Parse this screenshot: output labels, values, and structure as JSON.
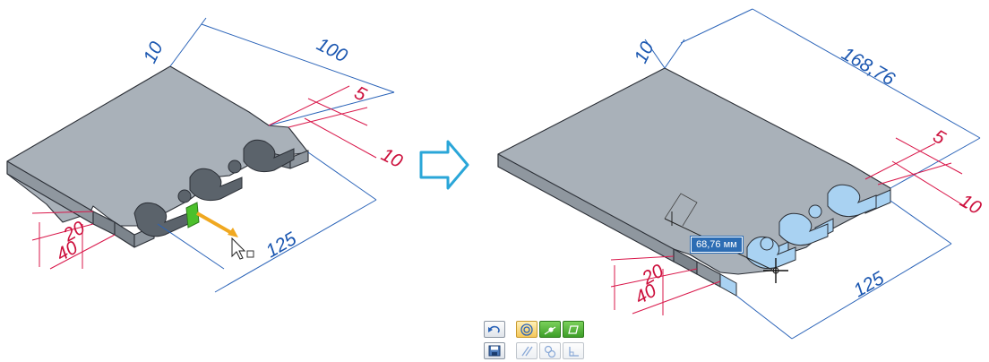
{
  "left_view": {
    "dimensions": {
      "thickness": "10",
      "width": "100",
      "slot_width": "5",
      "slot_pitch": "10",
      "length": "125",
      "offset_small": "20",
      "offset_large": "40"
    }
  },
  "arrow": {
    "icon": "arrow-right-icon",
    "color": "#2aa6d8"
  },
  "right_view": {
    "dimensions": {
      "thickness": "10",
      "width": "168,76",
      "slot_width": "5",
      "slot_pitch": "10",
      "length": "125",
      "offset_small": "20",
      "offset_large": "40"
    },
    "value_readout": "68,76 мм"
  },
  "toolbar": {
    "buttons": [
      {
        "icon": "undo-icon",
        "active": false
      },
      {
        "icon": "save-icon",
        "active": false
      },
      {
        "icon": "concentric-circles-icon",
        "active": true
      },
      {
        "icon": "point-on-face-icon",
        "active": true
      },
      {
        "icon": "plane-icon",
        "active": true
      },
      {
        "icon": "parallel-lines-icon",
        "active": false
      },
      {
        "icon": "tangent-circles-icon",
        "active": false
      },
      {
        "icon": "perpendicular-icon",
        "active": false
      }
    ]
  },
  "colors": {
    "dimension_blue": "#1a56b0",
    "dimension_red": "#cc0f3c",
    "part_gray": "#a9b1b9",
    "selected_face": "#a9d2f2",
    "handle_orange": "#f0a820",
    "handle_green": "#4cc02c"
  }
}
